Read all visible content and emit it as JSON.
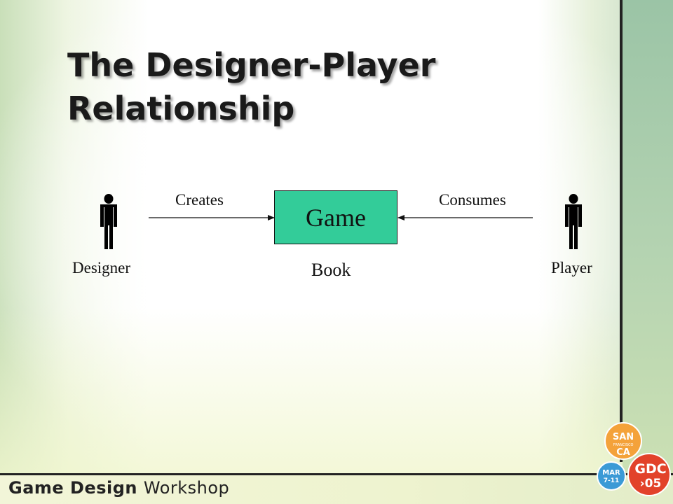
{
  "slide": {
    "title": "The Designer-Player Relationship"
  },
  "diagram": {
    "designer_label": "Designer",
    "player_label": "Player",
    "creates_label": "Creates",
    "consumes_label": "Consumes",
    "game_label": "Game",
    "book_label": "Book",
    "game_box_color": "#33cc99",
    "person_icon": "person-icon"
  },
  "footer": {
    "brand_bold": "Game Design",
    "brand_light": "Workshop"
  },
  "logo": {
    "city_top": "SAN",
    "city_mid": "FRANCISCO",
    "state": "CA",
    "month": "MAR",
    "days": "7-11",
    "event": "GDC",
    "year": "›05"
  }
}
